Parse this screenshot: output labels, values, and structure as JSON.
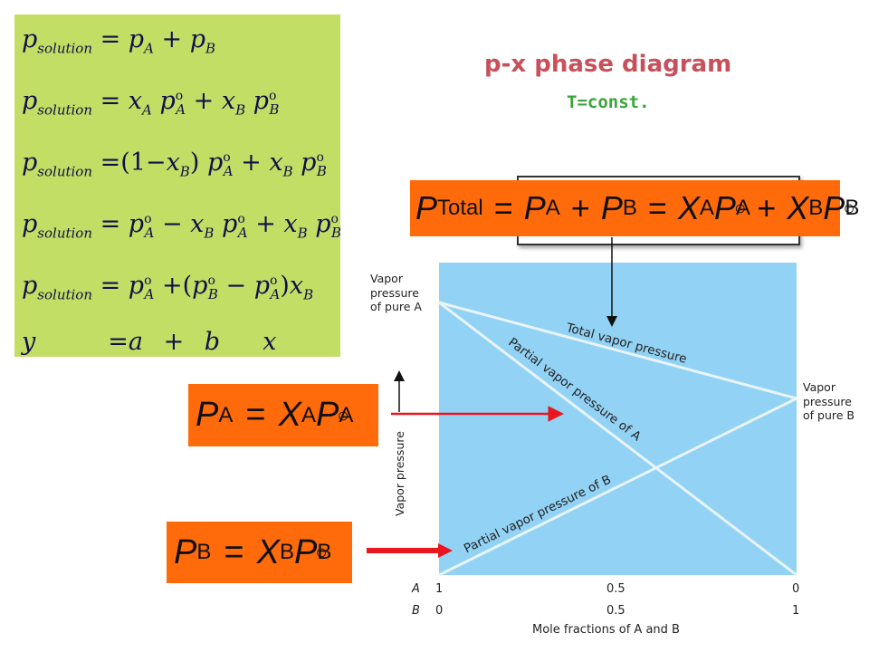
{
  "equations": [
    {
      "left_main": "p",
      "left_sub": "solution",
      "eq": "=",
      "rhs": "p_A + p_B"
    },
    {
      "left_main": "p",
      "left_sub": "solution",
      "eq": "=",
      "rhs": "x_A p°_A + x_B p°_B"
    },
    {
      "left_main": "p",
      "left_sub": "solution",
      "eq": "=",
      "rhs": "(1 − x_B) p°_A + x_B p°_B"
    },
    {
      "left_main": "p",
      "left_sub": "solution",
      "eq": "=",
      "rhs": "p°_A − x_B p°_A + x_B p°_B"
    },
    {
      "left_main": "p",
      "left_sub": "solution",
      "eq": "=",
      "rhs": "p°_A + (p°_B − p°_A) x_B"
    },
    {
      "left_main": "y",
      "left_sub": "",
      "eq": "=",
      "rhs": "a + b x"
    }
  ],
  "title": "p-x phase diagram",
  "subtitle": "T=const.",
  "formula_total": {
    "P": "P",
    "Total": "Total",
    "A": "A",
    "B": "B",
    "X": "X",
    "deg": "○"
  },
  "formula_pa": {
    "P": "P",
    "A": "A",
    "X": "X",
    "deg": "○"
  },
  "formula_pb": {
    "P": "P",
    "B": "B",
    "X": "X",
    "deg": "○"
  },
  "diagram": {
    "label_vp_pure_a": [
      "Vapor",
      "pressure",
      "of pure A"
    ],
    "label_vp_pure_b": [
      "Vapor",
      "pressure",
      "of pure B"
    ],
    "total_vapor_pressure": "Total vapor pressure",
    "partial_a": "Partial vapor pressure of A",
    "partial_b": "Partial vapor pressure of B",
    "y_axis": "Vapor pressure",
    "x_axis": "Mole fractions of A and B",
    "row_a_label": "A",
    "row_b_label": "B",
    "row_a_ticks": [
      "1",
      "0.5",
      "0"
    ],
    "row_b_ticks": [
      "0",
      "0.5",
      "1"
    ]
  },
  "chart_data": {
    "type": "line",
    "x": [
      0,
      1
    ],
    "series": [
      {
        "name": "Total vapor pressure",
        "values": [
          0.88,
          0.57
        ]
      },
      {
        "name": "Partial vapor pressure of A",
        "values": [
          0.88,
          0
        ]
      },
      {
        "name": "Partial vapor pressure of B",
        "values": [
          0,
          0.57
        ]
      }
    ],
    "xlabel": "Mole fractions of A and B",
    "ylabel": "Vapor pressure"
  },
  "colors": {
    "panel": "#c2de64",
    "plot": "#92d2f4",
    "formula_box": "#ff6b0a",
    "arrow": "#e8161e",
    "title": "#c8505a",
    "subtitle": "#3aa63a"
  }
}
